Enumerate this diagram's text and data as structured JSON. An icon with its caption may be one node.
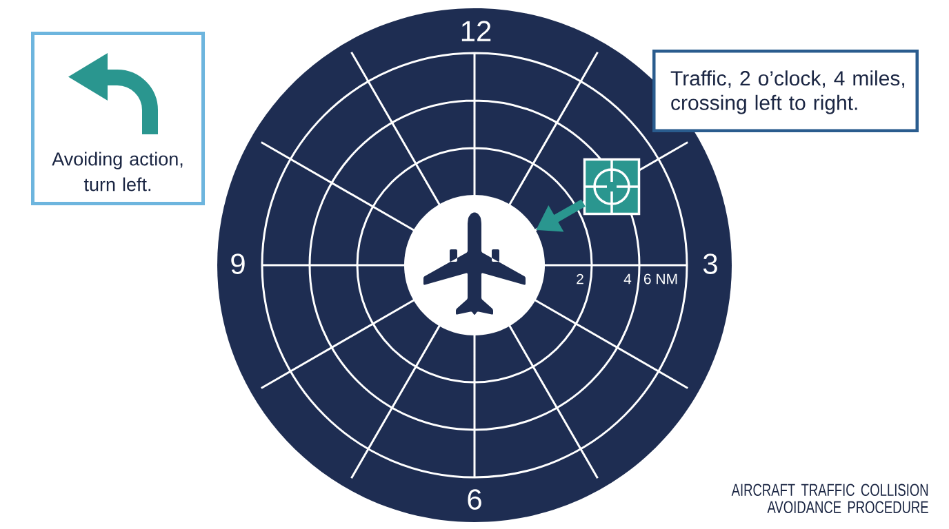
{
  "diagram": {
    "title": "AIRCRAFT TRAFFIC COLLISION AVOIDANCE PROCEDURE",
    "nodes": [
      {
        "text": [
          "Avoiding action, turn left."
        ]
      },
      {
        "text": [
          "12",
          "9",
          "2",
          "4",
          "6 NM",
          "3",
          "6"
        ]
      },
      {
        "text": [
          "Traffic, 2 o’clock, 4 miles, crossing left to right."
        ]
      },
      {
        "text": [],
        "shape": "box",
        "in": 1
      },
      {
        "text": [],
        "shape": "circle",
        "in": 1
      }
    ],
    "edges": [
      {
        "from": 3,
        "to": 4,
        "arrow": "to"
      }
    ]
  }
}
